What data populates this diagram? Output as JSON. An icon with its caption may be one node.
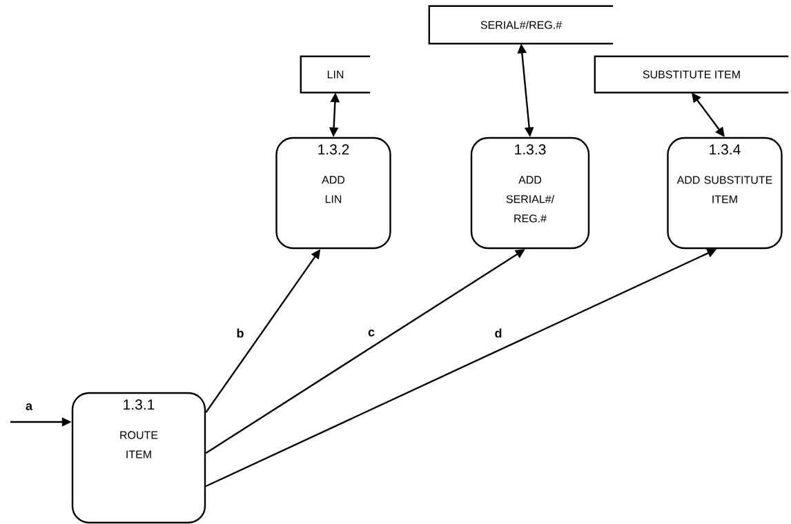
{
  "diagram": {
    "nodes": [
      {
        "text": [
          "1.3.1",
          "ROUTE ITEM"
        ]
      },
      {
        "text": [
          "1.3.2",
          "ADD LIN"
        ]
      },
      {
        "text": [
          "1.3.3",
          "ADD SERIAL#/ REG.#"
        ]
      },
      {
        "text": [
          "1.3.4",
          "ADD SUBSTITUTE ITEM"
        ]
      },
      {
        "text": [
          "LIN"
        ]
      },
      {
        "text": [
          "SERIAL#/REG.#"
        ]
      },
      {
        "text": [
          "SUBSTITUTE ITEM"
        ]
      }
    ],
    "edges": [
      {
        "from": null,
        "to": 0,
        "arrow": "to",
        "label": "a"
      },
      {
        "from": 0,
        "to": 1,
        "arrow": "to",
        "label": "b"
      },
      {
        "from": 0,
        "to": 2,
        "arrow": "to",
        "label": "c"
      },
      {
        "from": 0,
        "to": 3,
        "arrow": "to",
        "label": "d"
      },
      {
        "from": 4,
        "to": 1,
        "arrow": "both"
      },
      {
        "from": 5,
        "to": 2,
        "arrow": "both"
      },
      {
        "from": 6,
        "to": 3,
        "arrow": "both"
      }
    ]
  }
}
